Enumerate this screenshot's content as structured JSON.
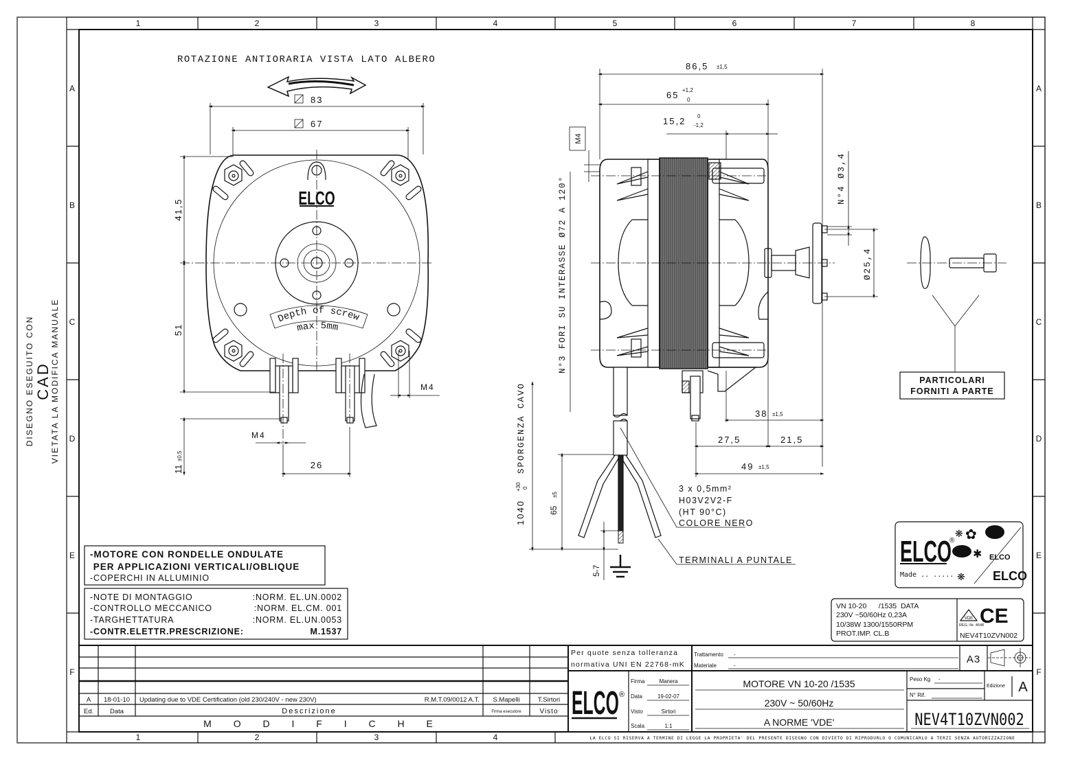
{
  "frame": {
    "columns": [
      "1",
      "2",
      "3",
      "4",
      "5",
      "6",
      "7",
      "8"
    ],
    "rows": [
      "A",
      "B",
      "C",
      "D",
      "E",
      "F"
    ]
  },
  "side_note": {
    "line1": "DISEGNO ESEGUITO CON",
    "line2": "CAD",
    "line3": "VIETATA LA MODIFICA MANUALE"
  },
  "front_view": {
    "rotation_note": "ROTAZIONE ANTIORARIA VISTA LATO ALBERO",
    "dim_83": "83",
    "dim_67": "67",
    "dim_41_5": "41,5",
    "dim_51": "51",
    "dim_11": "11",
    "dim_11_tol": "±0,5",
    "dim_26": "26",
    "dim_m4_a": "M4",
    "dim_m4_b": "M4",
    "logo": "ELCO",
    "screw_note_1": "Depth of screw",
    "screw_note_2": "max 5mm"
  },
  "side_view": {
    "dim_86_5": "86,5",
    "dim_86_5_tol": "±1,5",
    "dim_65": "65",
    "dim_65_tol_up": "+1,2",
    "dim_65_tol_low": "0",
    "dim_15_2": "15,2",
    "dim_15_2_tol_up": "0",
    "dim_15_2_tol_low": "-1,2",
    "dim_m4": "M4",
    "holes_note": "N°3 FORI SU INTERASSE Ø72 A 120°",
    "dim_n4": "N°4 Ø3,4",
    "dim_25_4": "Ø25,4",
    "dim_38": "38",
    "dim_38_tol": "±1,5",
    "dim_27_5": "27,5",
    "dim_21_5": "21,5",
    "dim_49": "49",
    "dim_49_tol": "±1,5",
    "cable_len": "1040",
    "cable_len_tol_up": "+30",
    "cable_len_tol_low": "0",
    "cable_label": "SPORGENZA CAVO",
    "dim_65_5": "65",
    "dim_65_5_tol": "±5",
    "dim_5_7": "5-7",
    "cable_spec": [
      "3 x 0,5mm²",
      "H03V2V2-F",
      "(HT 90°C)",
      "COLORE NERO"
    ],
    "terminals": "TERMINALI A PUNTALE"
  },
  "parts": {
    "label_1": "PARTICOLARI",
    "label_2": "FORNITI A PARTE"
  },
  "notes_box": {
    "line1": "-MOTORE CON RONDELLE ONDULATE",
    "line2": " PER APPLICAZIONI VERTICALI/OBLIQUE",
    "line3": "-COPERCHI IN ALLUMINIO"
  },
  "norms": [
    {
      "label": "-NOTE DI MONTAGGIO",
      "value": ":NORM. EL.UN.0002"
    },
    {
      "label": "-CONTROLLO MECCANICO",
      "value": ":NORM. EL.CM. 001"
    },
    {
      "label": "-TARGHETTATURA",
      "value": ":NORM. EL.UN.0053"
    },
    {
      "label": "-CONTR.ELETTR.PRESCRIZIONE:",
      "value": "M.1537"
    }
  ],
  "brand_box": {
    "logo": "ELCO",
    "made": "Made .. ....."
  },
  "rating_label": {
    "line1": "VN 10-20      /1535  DATA",
    "line2": "230V ~50/60Hz  0,23A",
    "line3": "10/38W  1300/1550RPM",
    "line4": "PROT.IMP.  CL.B",
    "vde_reg": "REG.-Nr. 4648",
    "vde": "VDE",
    "ce": "CE",
    "code": "NEV4T10ZVN002"
  },
  "modifications": {
    "row": {
      "ed": "A",
      "date": "18-01-10",
      "desc": "Updating due to VDE Certification (old 230/240V - new 230V)",
      "ref": "R.M.T.09/0012 A.T.",
      "signed": "S.Mapelli",
      "checked": "T.Sirtori"
    },
    "headers": {
      "ed": "Ed.",
      "date": "Data",
      "desc": "Descrizione",
      "signed": "Firma esecutore",
      "checked": "Visto"
    },
    "title": "M O D I F I C H E"
  },
  "title_block": {
    "tolerance_1": "Per quote senza tolleranza",
    "tolerance_2": "normativa UNI EN 22768-mK",
    "trattamento_label": "Trattamento",
    "trattamento": "-",
    "materiale_label": "Materiale",
    "materiale": "-",
    "format": "A3",
    "logo": "ELCO",
    "firma_label": "Firma",
    "firma": "Manera",
    "data_label": "Data",
    "data": "19-02-07",
    "visto_label": "Visto",
    "visto": "Sirtori",
    "scala_label": "Scala",
    "scala": "1:1",
    "title_1": "MOTORE VN 10-20 /1535",
    "title_2": "230V ~ 50/60Hz",
    "title_3": "A NORME 'VDE'",
    "peso_label": "Peso Kg",
    "peso": "-",
    "rif_label": "N° Rif.",
    "edizione_label": "Edizione",
    "edizione": "A",
    "code": "NEV4T10ZVN002",
    "disclaimer": "LA ELCO SI RISERVA A TERMINE DI LEGGE LA PROPRIETA' DEL PRESENTE DISEGNO CON DIVIETO DI RIPRODURLO O COMUNICARLO A TERZI SENZA AUTORIZZAZIONE"
  }
}
